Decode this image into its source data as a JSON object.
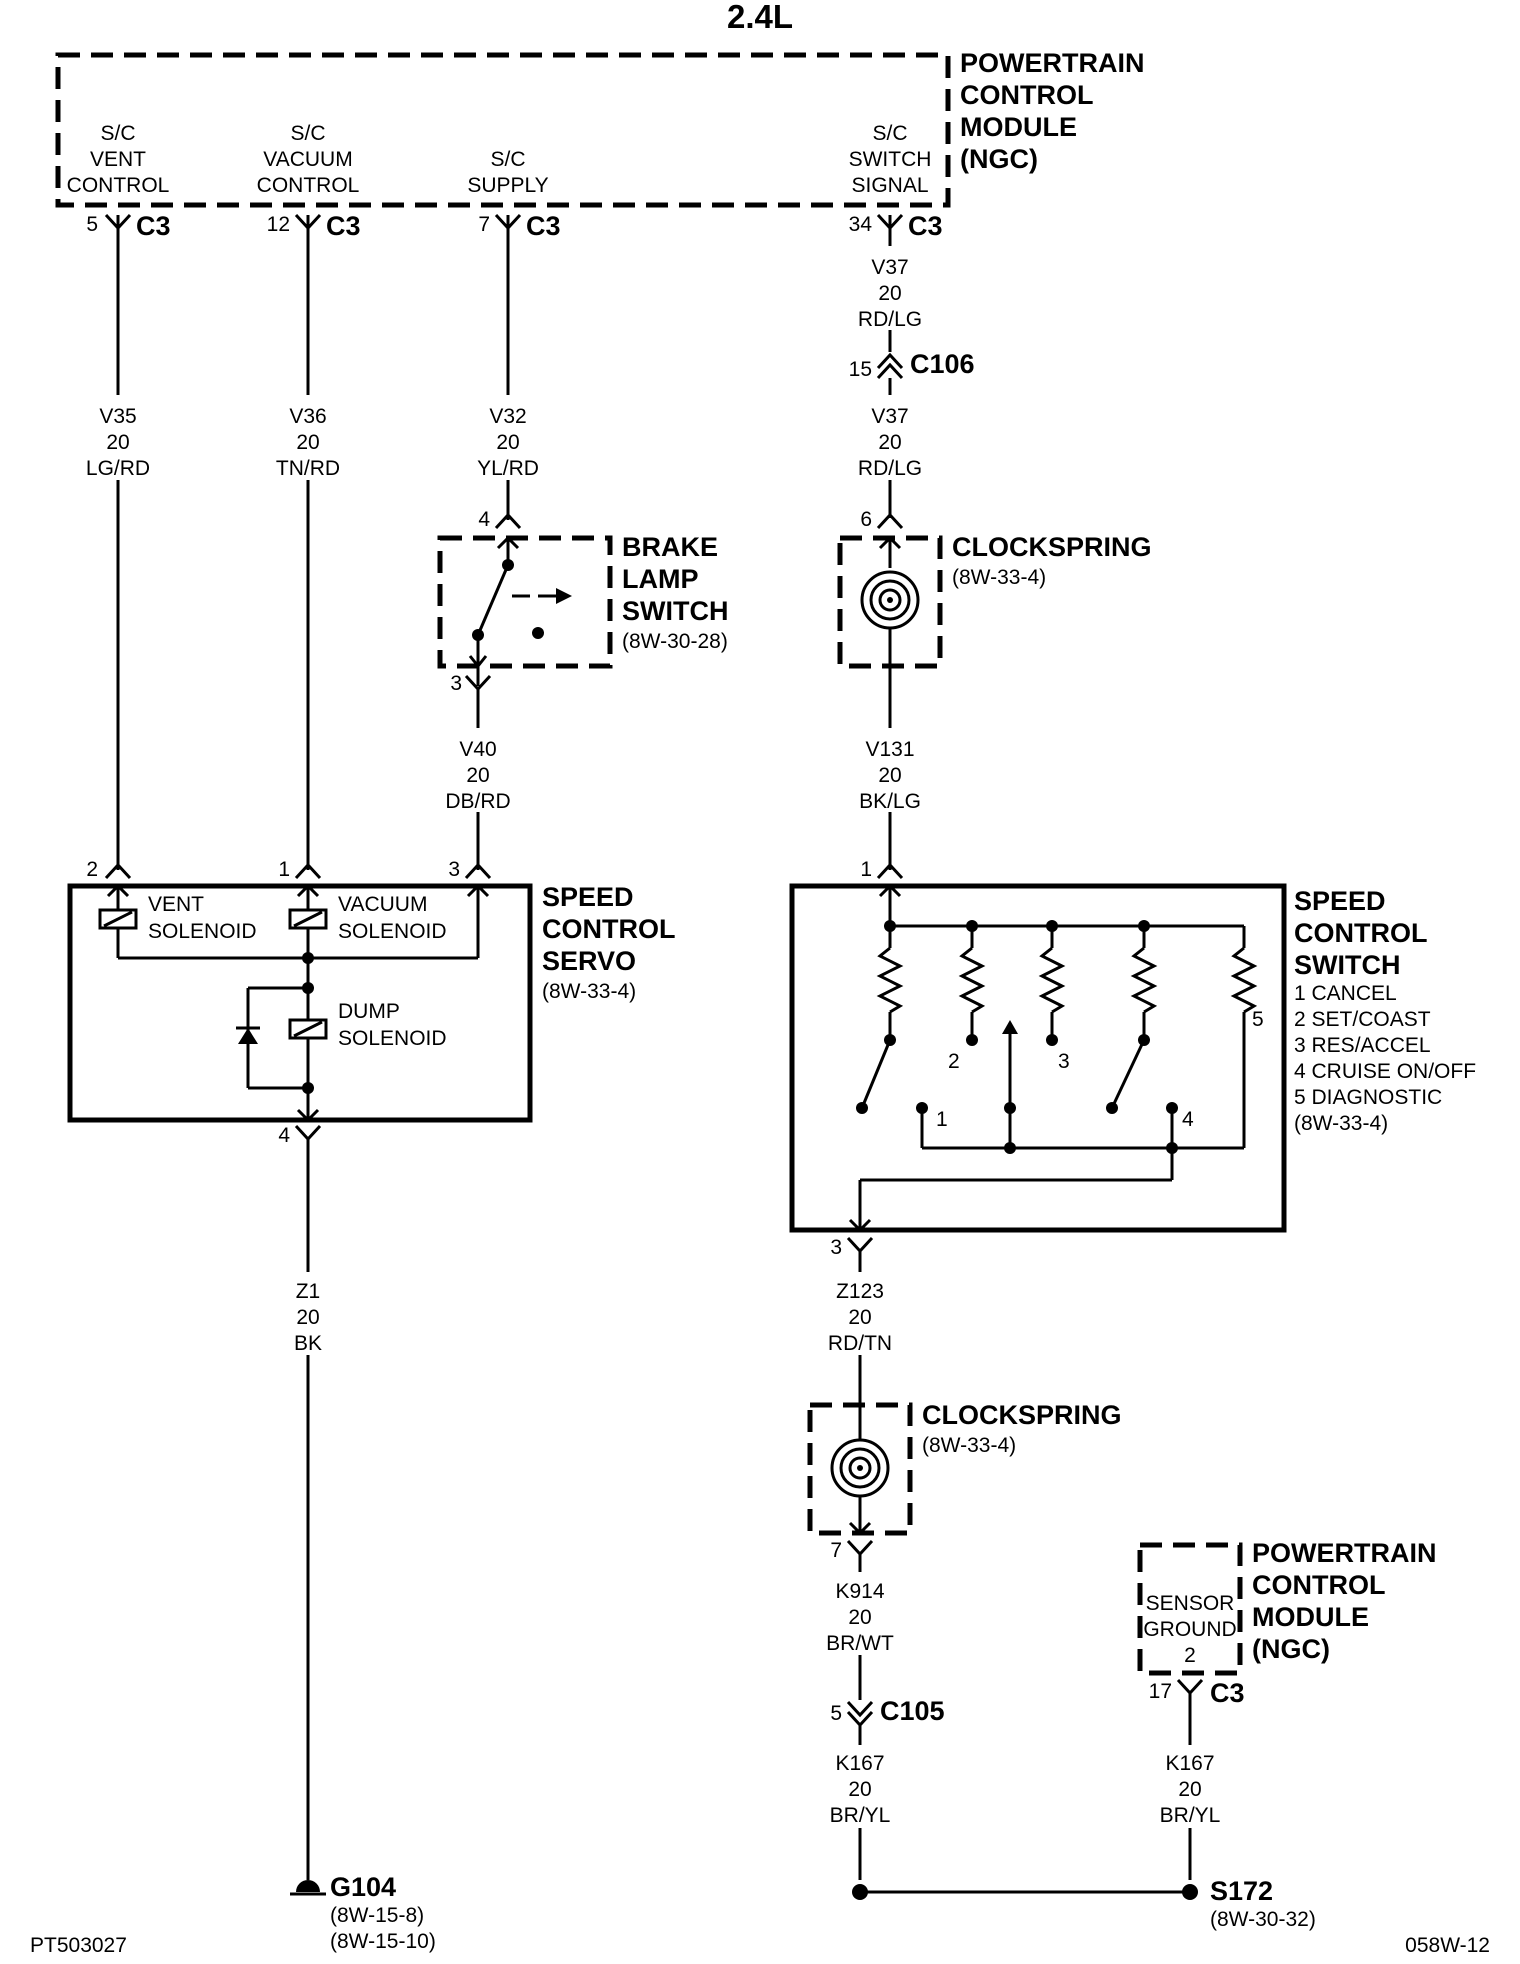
{
  "engine": "2.4L",
  "pcm_top": {
    "name_lines": [
      "POWERTRAIN",
      "CONTROL",
      "MODULE",
      "(NGC)"
    ],
    "inputs": [
      {
        "lines": [
          "S/C",
          "VENT",
          "CONTROL"
        ],
        "pin": "5",
        "conn": "C3"
      },
      {
        "lines": [
          "S/C",
          "VACUUM",
          "CONTROL"
        ],
        "pin": "12",
        "conn": "C3"
      },
      {
        "lines": [
          "S/C",
          "SUPPLY"
        ],
        "pin": "7",
        "conn": "C3"
      },
      {
        "lines": [
          "S/C",
          "SWITCH",
          "SIGNAL"
        ],
        "pin": "34",
        "conn": "C3"
      }
    ]
  },
  "wires": {
    "v35": [
      "V35",
      "20",
      "LG/RD"
    ],
    "v36": [
      "V36",
      "20",
      "TN/RD"
    ],
    "v32": [
      "V32",
      "20",
      "YL/RD"
    ],
    "v37a": [
      "V37",
      "20",
      "RD/LG"
    ],
    "v37b": [
      "V37",
      "20",
      "RD/LG"
    ],
    "v40": [
      "V40",
      "20",
      "DB/RD"
    ],
    "v131": [
      "V131",
      "20",
      "BK/LG"
    ],
    "z1": [
      "Z1",
      "20",
      "BK"
    ],
    "z123": [
      "Z123",
      "20",
      "RD/TN"
    ],
    "k914": [
      "K914",
      "20",
      "BR/WT"
    ],
    "k167a": [
      "K167",
      "20",
      "BR/YL"
    ],
    "k167b": [
      "K167",
      "20",
      "BR/YL"
    ]
  },
  "c106": {
    "pin": "15",
    "name": "C106"
  },
  "c105": {
    "pin": "5",
    "name": "C105"
  },
  "brake_switch": {
    "name_lines": [
      "BRAKE",
      "LAMP",
      "SWITCH"
    ],
    "ref": "(8W-30-28)",
    "pin_top": "4",
    "pin_bottom": "3"
  },
  "clockspring_1": {
    "name": "CLOCKSPRING",
    "ref": "(8W-33-4)",
    "pin_top": "6"
  },
  "clockspring_2": {
    "name": "CLOCKSPRING",
    "ref": "(8W-33-4)",
    "pin_bottom": "7"
  },
  "servo": {
    "name_lines": [
      "SPEED",
      "CONTROL",
      "SERVO"
    ],
    "ref": "(8W-33-4)",
    "pins": {
      "vent": "2",
      "vacuum": "1",
      "supply": "3",
      "ground": "4"
    },
    "vent_label": [
      "VENT",
      "SOLENOID"
    ],
    "vacuum_label": [
      "VACUUM",
      "SOLENOID"
    ],
    "dump_label": [
      "DUMP",
      "SOLENOID"
    ]
  },
  "speed_switch": {
    "name_lines": [
      "SPEED",
      "CONTROL",
      "SWITCH"
    ],
    "legend": [
      "1 CANCEL",
      "2 SET/COAST",
      "3 RES/ACCEL",
      "4 CRUISE ON/OFF",
      "5 DIAGNOSTIC"
    ],
    "ref": "(8W-33-4)",
    "pin_top": "1",
    "pin_bottom": "3",
    "contact_labels": [
      "1",
      "2",
      "3",
      "4",
      "5"
    ]
  },
  "pcm_bottom": {
    "name_lines": [
      "POWERTRAIN",
      "CONTROL",
      "MODULE",
      "(NGC)"
    ],
    "inner_lines": [
      "SENSOR",
      "GROUND",
      "2"
    ],
    "pin": "17",
    "conn": "C3"
  },
  "g104": {
    "name": "G104",
    "refs": [
      "(8W-15-8)",
      "(8W-15-10)"
    ]
  },
  "s172": {
    "name": "S172",
    "ref": "(8W-30-32)"
  },
  "footer_left": "PT503027",
  "footer_right": "058W-12"
}
